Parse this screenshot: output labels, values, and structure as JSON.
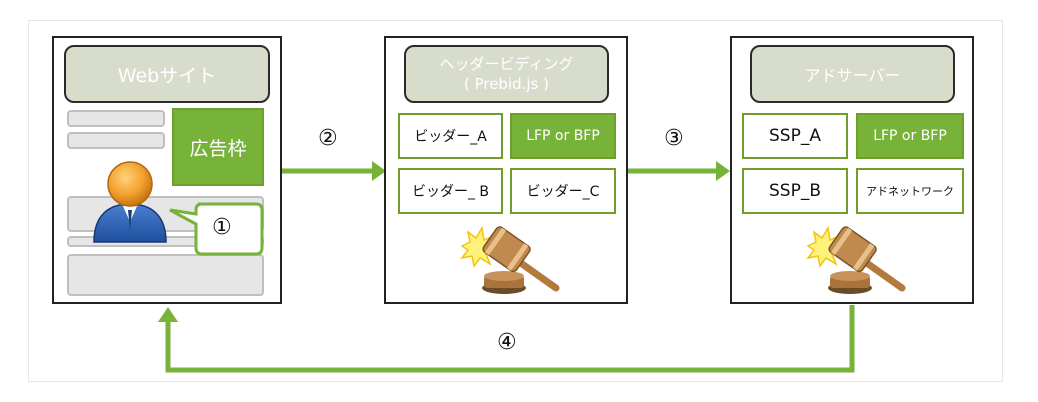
{
  "panels": {
    "website": {
      "title": "Webサイト",
      "ad_slot": "広告枠",
      "callout": "①"
    },
    "header_bidding": {
      "title_line1": "ヘッダービディング",
      "title_line2": "( Prebid.js )",
      "cells": [
        "ビッダー_A",
        "LFP or  BFP",
        "ビッダー_ B",
        "ビッダー_C"
      ]
    },
    "ad_server": {
      "title": "アドサーバー",
      "cells": [
        "SSP_A",
        "LFP or  BFP",
        "SSP_B",
        "アドネットワーク"
      ]
    }
  },
  "arrows": {
    "step2": "②",
    "step3": "③",
    "step4": "④"
  },
  "colors": {
    "accent_green": "#77b239",
    "title_fill": "#d8dccb",
    "border_dark": "#222222"
  },
  "icons": [
    "user-icon",
    "gavel-icon",
    "gavel-icon"
  ]
}
